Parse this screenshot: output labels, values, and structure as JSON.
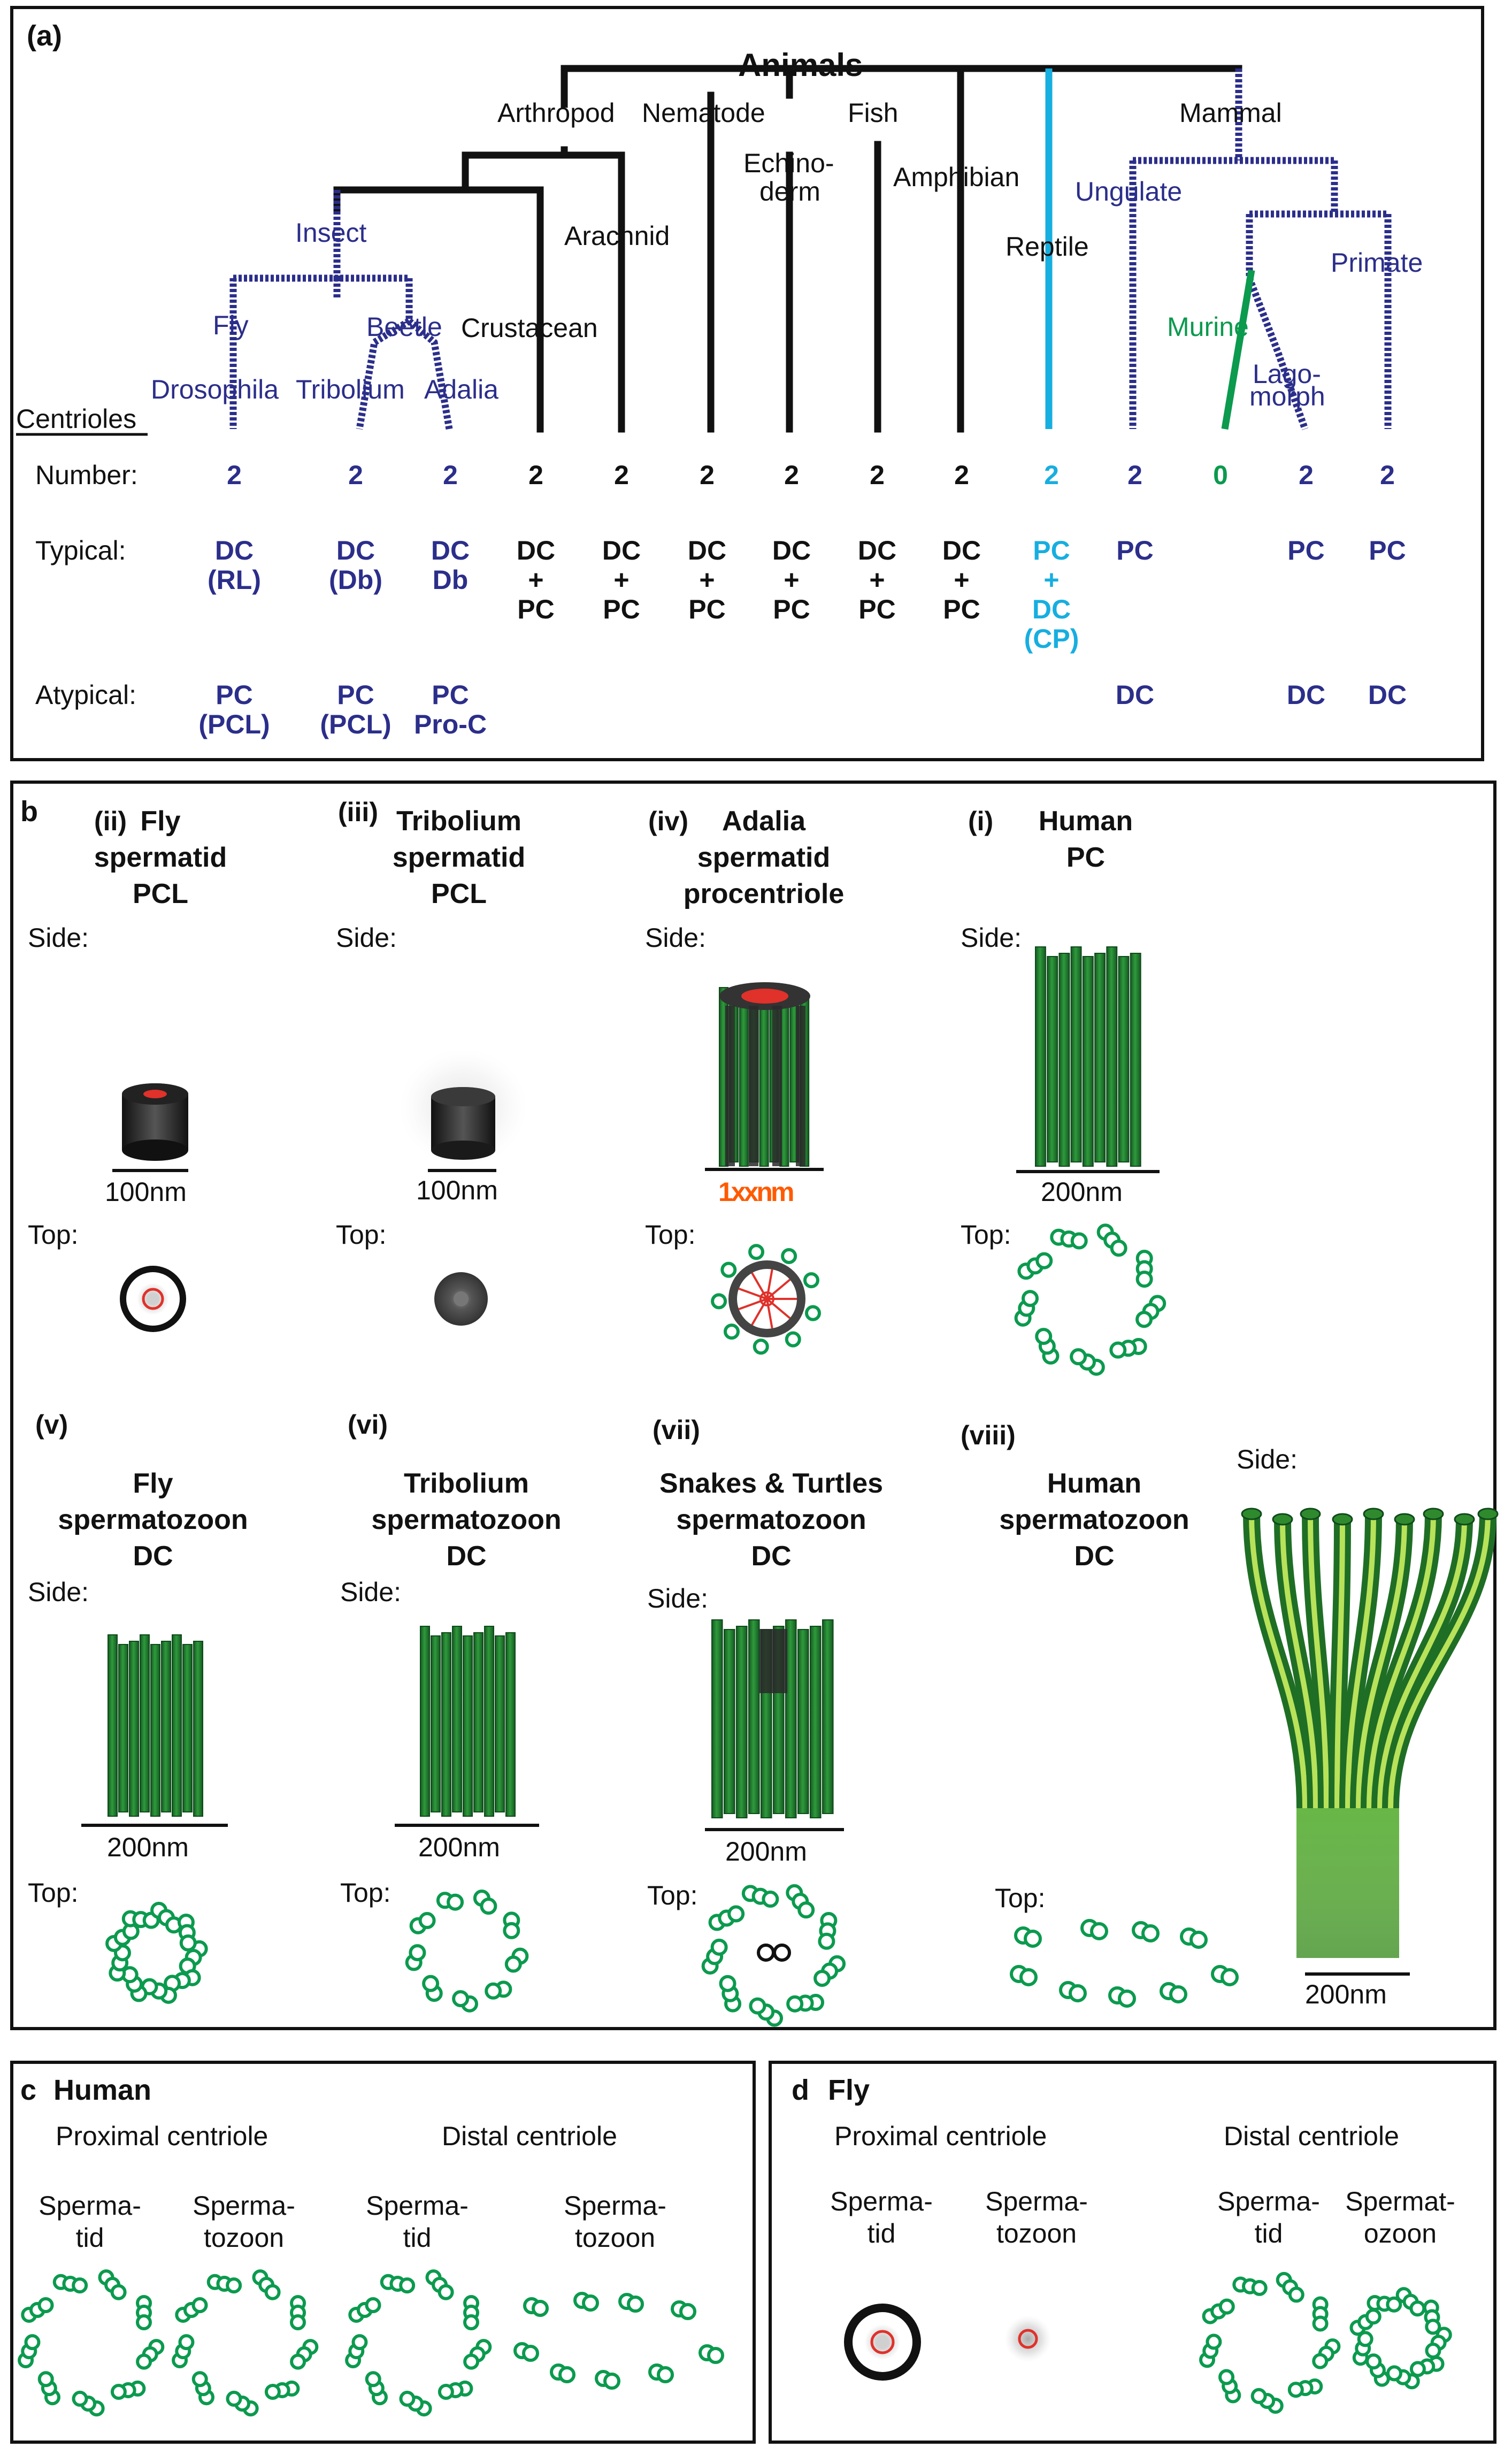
{
  "panel_a": {
    "label": "(a)",
    "root": "Animals",
    "taxa": {
      "arthropod": "Arthropod",
      "nematode": "Nematode",
      "echinoderm": [
        "Echino-",
        "derm"
      ],
      "fish": "Fish",
      "amphibian": "Amphibian",
      "reptile": "Reptile",
      "mammal": "Mammal",
      "ungulate": "Ungulate",
      "primate": "Primate",
      "murine": "Murine",
      "lagomorph": [
        "Lago-",
        "morph"
      ],
      "insect": "Insect",
      "arachnid": "Arachnid",
      "crustacean": "Crustacean",
      "fly": "Fly",
      "beetle": "Beetle",
      "drosophila": "Drosophila",
      "tribolium": "Tribolium",
      "adalia": "Adalia"
    },
    "row_header": "Centrioles",
    "number_label": "Number:",
    "typical_label": "Typical:",
    "atypical_label": "Atypical:",
    "columns": [
      {
        "number": "2",
        "typical": [
          "DC",
          "(RL)"
        ],
        "atypical": [
          "PC",
          "(PCL)"
        ],
        "color": "navy"
      },
      {
        "number": "2",
        "typical": [
          "DC",
          "(Db)"
        ],
        "atypical": [
          "PC",
          "(PCL)"
        ],
        "color": "navy"
      },
      {
        "number": "2",
        "typical": [
          "DC",
          "Db"
        ],
        "atypical": [
          "PC",
          "Pro-C"
        ],
        "color": "navy"
      },
      {
        "number": "2",
        "typical": [
          "DC",
          "+",
          "PC"
        ],
        "atypical": [],
        "color": "black"
      },
      {
        "number": "2",
        "typical": [
          "DC",
          "+",
          "PC"
        ],
        "atypical": [],
        "color": "black"
      },
      {
        "number": "2",
        "typical": [
          "DC",
          "+",
          "PC"
        ],
        "atypical": [],
        "color": "black"
      },
      {
        "number": "2",
        "typical": [
          "DC",
          "+",
          "PC"
        ],
        "atypical": [],
        "color": "black"
      },
      {
        "number": "2",
        "typical": [
          "DC",
          "+",
          "PC"
        ],
        "atypical": [],
        "color": "black"
      },
      {
        "number": "2",
        "typical": [
          "DC",
          "+",
          "PC"
        ],
        "atypical": [],
        "color": "black"
      },
      {
        "number": "2",
        "typical": [
          "PC",
          "+",
          "DC",
          "(CP)"
        ],
        "atypical": [],
        "color": "cyan"
      },
      {
        "number": "2",
        "typical": [
          "PC"
        ],
        "atypical": [
          "DC"
        ],
        "color": "navy"
      },
      {
        "number": "0",
        "typical": [],
        "atypical": [],
        "color": "green"
      },
      {
        "number": "2",
        "typical": [
          "PC"
        ],
        "atypical": [
          "DC"
        ],
        "color": "navy"
      },
      {
        "number": "2",
        "typical": [
          "PC"
        ],
        "atypical": [
          "DC"
        ],
        "color": "navy"
      }
    ]
  },
  "panel_b": {
    "label": "b",
    "side_label": "Side:",
    "top_label": "Top:",
    "items": [
      {
        "num": "(ii)",
        "title": [
          "Fly",
          "spermatid",
          "PCL"
        ],
        "scale": "100nm"
      },
      {
        "num": "(iii)",
        "title": [
          "Tribolium",
          "spermatid",
          "PCL"
        ],
        "scale": "100nm"
      },
      {
        "num": "(iv)",
        "title": [
          "Adalia",
          "spermatid",
          "procentriole"
        ],
        "scale": "1xxnm"
      },
      {
        "num": "(i)",
        "title": [
          "Human",
          "PC"
        ],
        "scale": "200nm"
      },
      {
        "num": "(v)",
        "title": [
          "Fly",
          "spermatozoon",
          "DC"
        ],
        "scale": "200nm"
      },
      {
        "num": "(vi)",
        "title": [
          "Tribolium",
          "spermatozoon",
          "DC"
        ],
        "scale": "200nm"
      },
      {
        "num": "(vii)",
        "title": [
          "Snakes & Turtles",
          "spermatozoon",
          "DC"
        ],
        "scale": "200nm"
      },
      {
        "num": "(viii)",
        "title": [
          "Human",
          "spermatozoon",
          "DC"
        ],
        "scale": "200nm"
      }
    ]
  },
  "panel_c": {
    "label": "c",
    "title": "Human",
    "groups": [
      "Proximal centriole",
      "Distal centriole"
    ],
    "cols": [
      [
        "Sperma-",
        "tid"
      ],
      [
        "Sperma-",
        "tozoon"
      ],
      [
        "Sperma-",
        "tid"
      ],
      [
        "Sperma-",
        "tozoon"
      ]
    ]
  },
  "panel_d": {
    "label": "d",
    "title": "Fly",
    "groups": [
      "Proximal centriole",
      "Distal centriole"
    ],
    "cols": [
      [
        "Sperma-",
        "tid"
      ],
      [
        "Sperma-",
        "tozoon"
      ],
      [
        "Sperma-",
        "tid"
      ],
      [
        "Spermat-",
        "ozoon"
      ]
    ]
  },
  "colors": {
    "navy": "#2b2e8a",
    "black": "#111111",
    "cyan": "#17aee0",
    "green": "#0b9a4e",
    "dark_green": "#1e6b2e",
    "orange": "#ff5a00",
    "red": "#e0312a"
  }
}
